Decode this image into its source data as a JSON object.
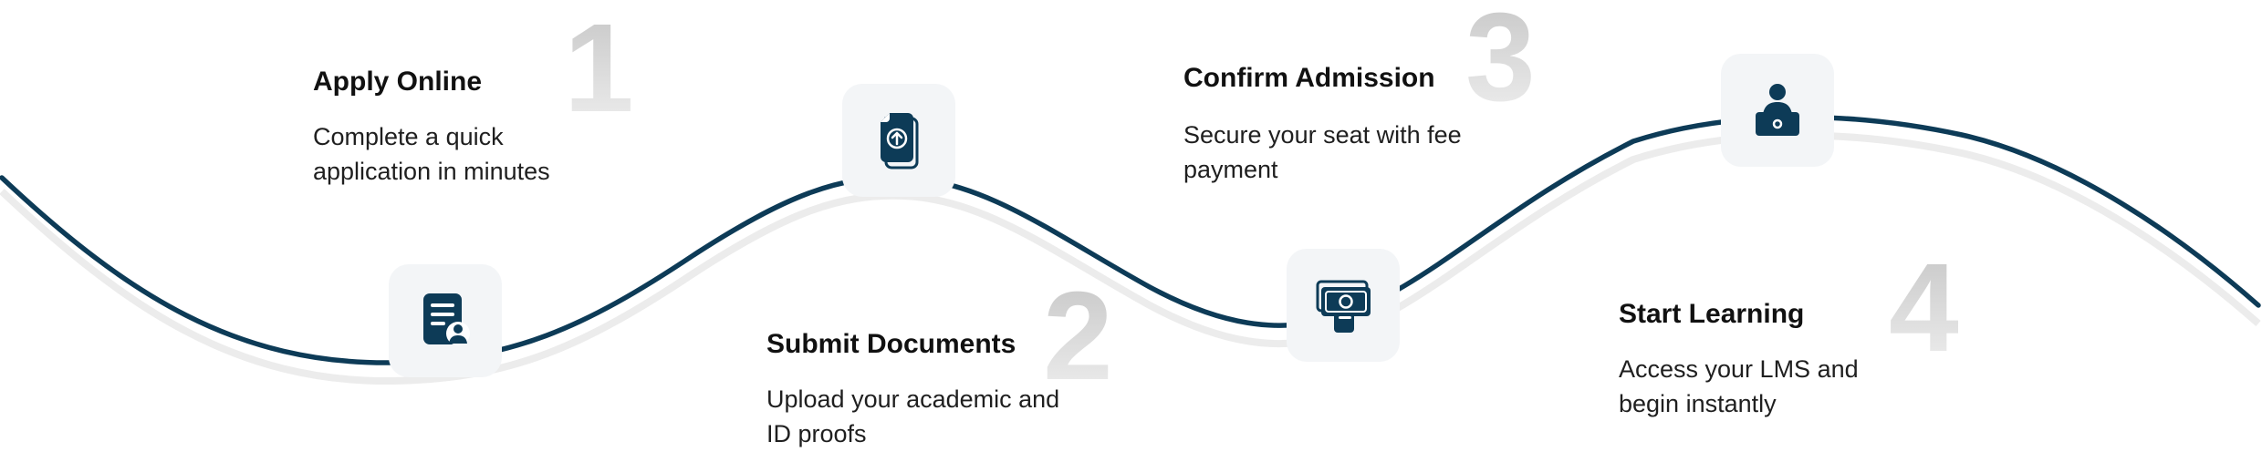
{
  "colors": {
    "wave": "#0d3b57",
    "wave_shadow": "#ececec",
    "icon_bg": "#f3f5f7",
    "icon": "#0d3b57",
    "number": "#cfcfcf"
  },
  "steps": [
    {
      "number": "1",
      "title": "Apply Online",
      "description": "Complete a quick application in minutes",
      "icon": "application-form-user-icon"
    },
    {
      "number": "2",
      "title": "Submit Documents",
      "description": "Upload your academic and ID proofs",
      "icon": "document-upload-icon"
    },
    {
      "number": "3",
      "title": "Confirm Admission",
      "description": "Secure your seat with fee payment",
      "icon": "cash-payment-icon"
    },
    {
      "number": "4",
      "title": "Start Learning",
      "description": "Access your LMS and begin instantly",
      "icon": "laptop-learner-icon"
    }
  ]
}
